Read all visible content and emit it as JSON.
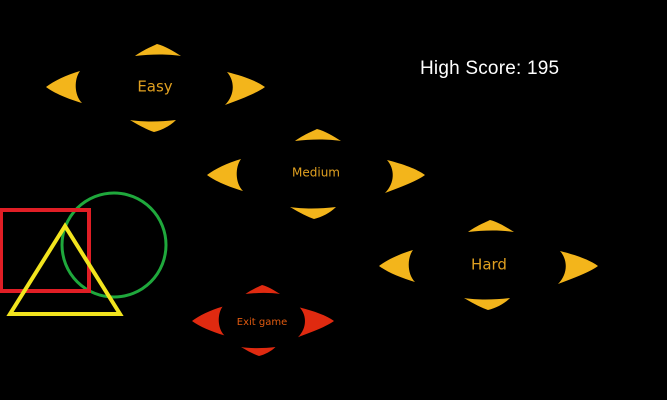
{
  "high_score": {
    "label": "High Score: 195"
  },
  "menu": {
    "easy": {
      "label": "Easy",
      "color": "#f3b51b",
      "text_color": "#e0a020"
    },
    "medium": {
      "label": "Medium",
      "color": "#f3b51b",
      "text_color": "#e0a020"
    },
    "hard": {
      "label": "Hard",
      "color": "#f3b51b",
      "text_color": "#e0a020"
    },
    "exit": {
      "label": "Exit game",
      "color": "#e02a10",
      "text_color": "#e05a10"
    }
  },
  "logo_shapes": {
    "square_color": "#e01e25",
    "circle_color": "#1fa83c",
    "triangle_color": "#f2e41e"
  }
}
